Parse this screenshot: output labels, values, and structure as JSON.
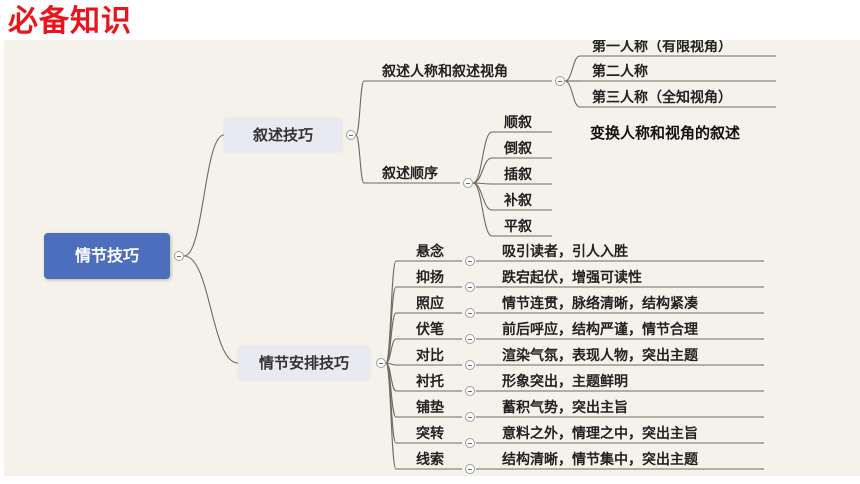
{
  "page_title": "必备知识",
  "mindmap": {
    "root": "情节技巧",
    "branch1": {
      "label": "叙述技巧",
      "perspective": {
        "label": "叙述人称和叙述视角",
        "items": [
          "第一人称（有限视角）",
          "第二人称",
          "第三人称（全知视角）"
        ],
        "note": "变换人称和视角的叙述"
      },
      "order": {
        "label": "叙述顺序",
        "items": [
          "顺叙",
          "倒叙",
          "插叙",
          "补叙",
          "平叙"
        ]
      }
    },
    "branch2": {
      "label": "情节安排技巧",
      "items": [
        {
          "label": "悬念",
          "desc": "吸引读者，引人入胜"
        },
        {
          "label": "抑扬",
          "desc": "跌宕起伏，增强可读性"
        },
        {
          "label": "照应",
          "desc": "情节连贯，脉络清晰，结构紧凑"
        },
        {
          "label": "伏笔",
          "desc": "前后呼应，结构严谨，情节合理"
        },
        {
          "label": "对比",
          "desc": "渲染气氛，表现人物，突出主题"
        },
        {
          "label": "衬托",
          "desc": "形象突出，主题鲜明"
        },
        {
          "label": "铺垫",
          "desc": "蓄积气势，突出主旨"
        },
        {
          "label": "突转",
          "desc": "意料之外，情理之中，突出主旨"
        },
        {
          "label": "线索",
          "desc": "结构清晰，情节集中，突出主题"
        }
      ]
    }
  }
}
